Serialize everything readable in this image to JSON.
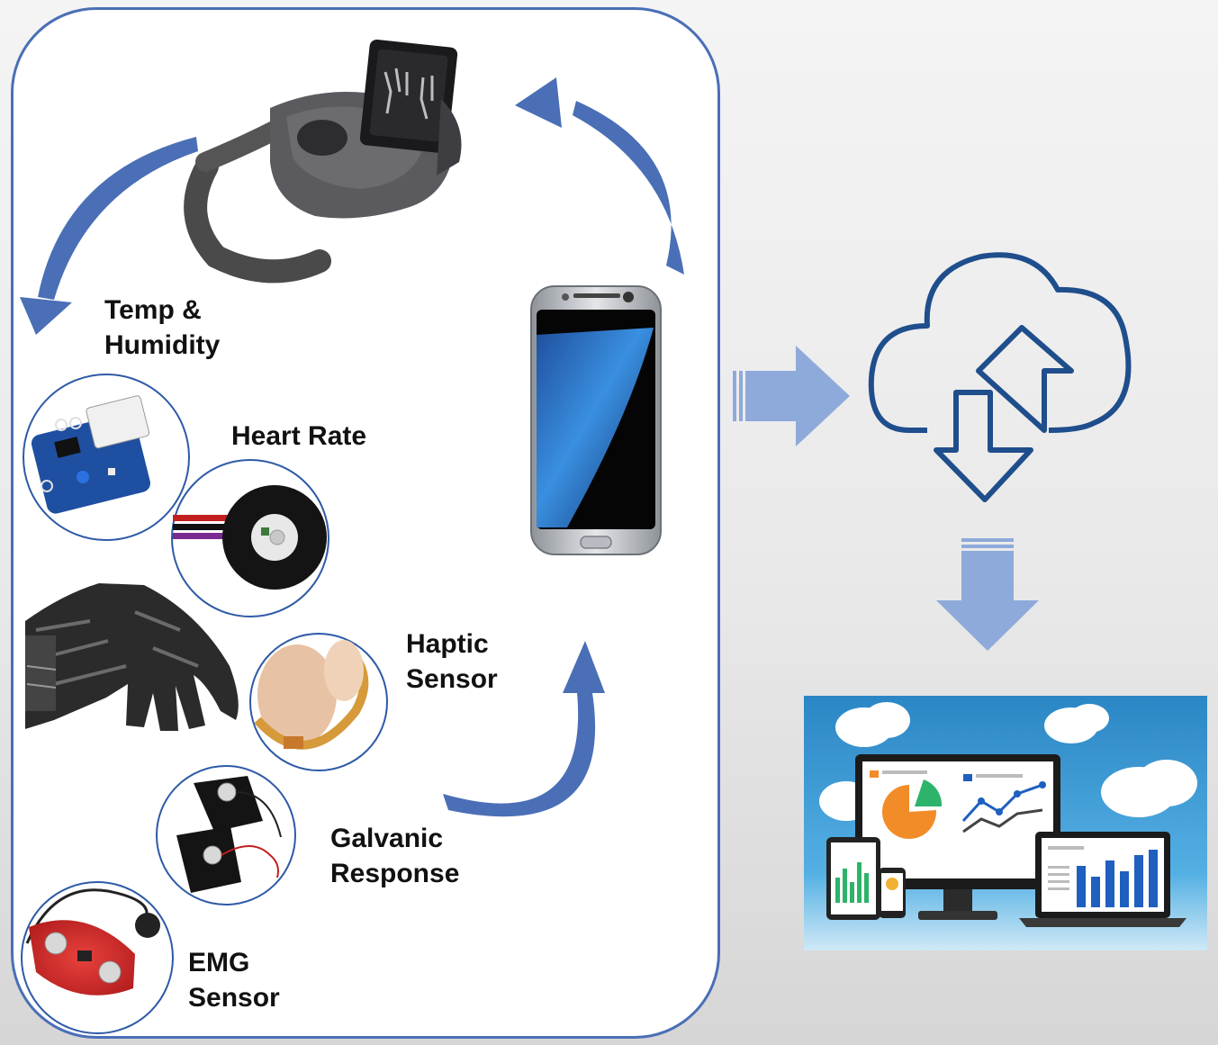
{
  "labels": {
    "temp_humidity": "Temp &\nHumidity",
    "heart_rate": "Heart Rate",
    "haptic": "Haptic\nSensor",
    "galvanic": "Galvanic\nResponse",
    "emg": "EMG\nSensor"
  },
  "colors": {
    "panel_border": "#4a6fb6",
    "curved_arrow": "#4a6fb6",
    "block_arrow": "#8eaadb",
    "cloud_stroke": "#1f4e8c",
    "sensor_circle_border": "#2e5aa6",
    "dashboard_bg": "#2f8fcb"
  },
  "icons": {
    "headset": "vr-headset-icon",
    "phone": "smartphone-icon",
    "cloud": "cloud-sync-icon",
    "dashboard": "devices-dashboard-icon",
    "glove": "sensor-glove-icon"
  }
}
